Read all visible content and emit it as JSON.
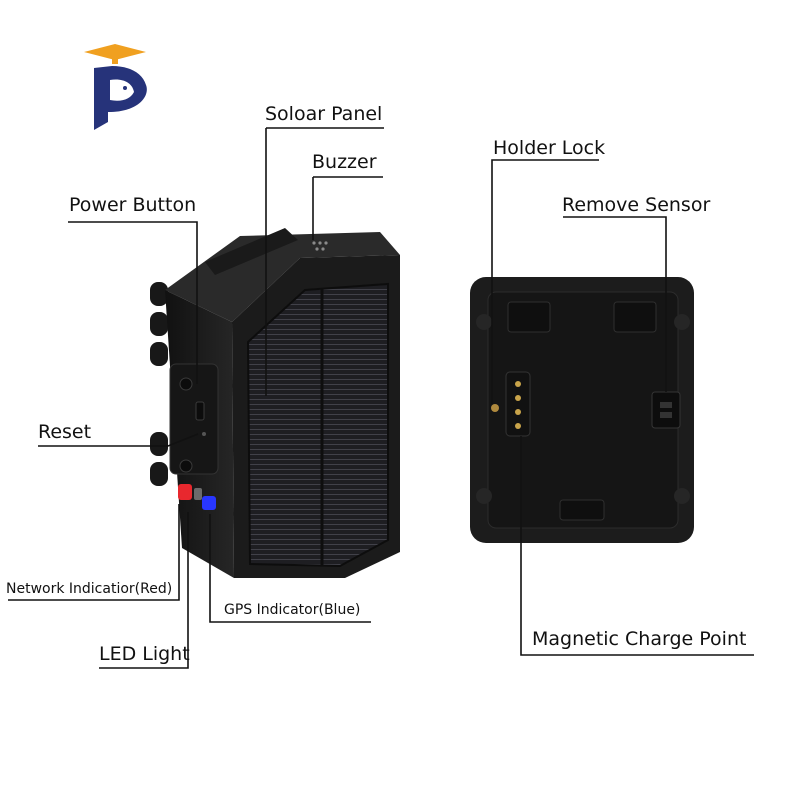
{
  "logo": {
    "letter": "P"
  },
  "colors": {
    "accent_blue": "#26337a",
    "accent_orange": "#f0a020",
    "device_body": "#1b1b1b",
    "led_red": "#e8282e",
    "led_blue": "#2836ff"
  },
  "labels": {
    "solar_panel": "Soloar Panel",
    "buzzer": "Buzzer",
    "power_button": "Power Button",
    "reset": "Reset",
    "network_indicator": "Network Indicatior(Red)",
    "gps_indicator": "GPS Indicator(Blue)",
    "led_light": "LED Light",
    "holder_lock": "Holder Lock",
    "remove_sensor": "Remove Sensor",
    "magnetic_charge_point": "Magnetic Charge Point"
  }
}
